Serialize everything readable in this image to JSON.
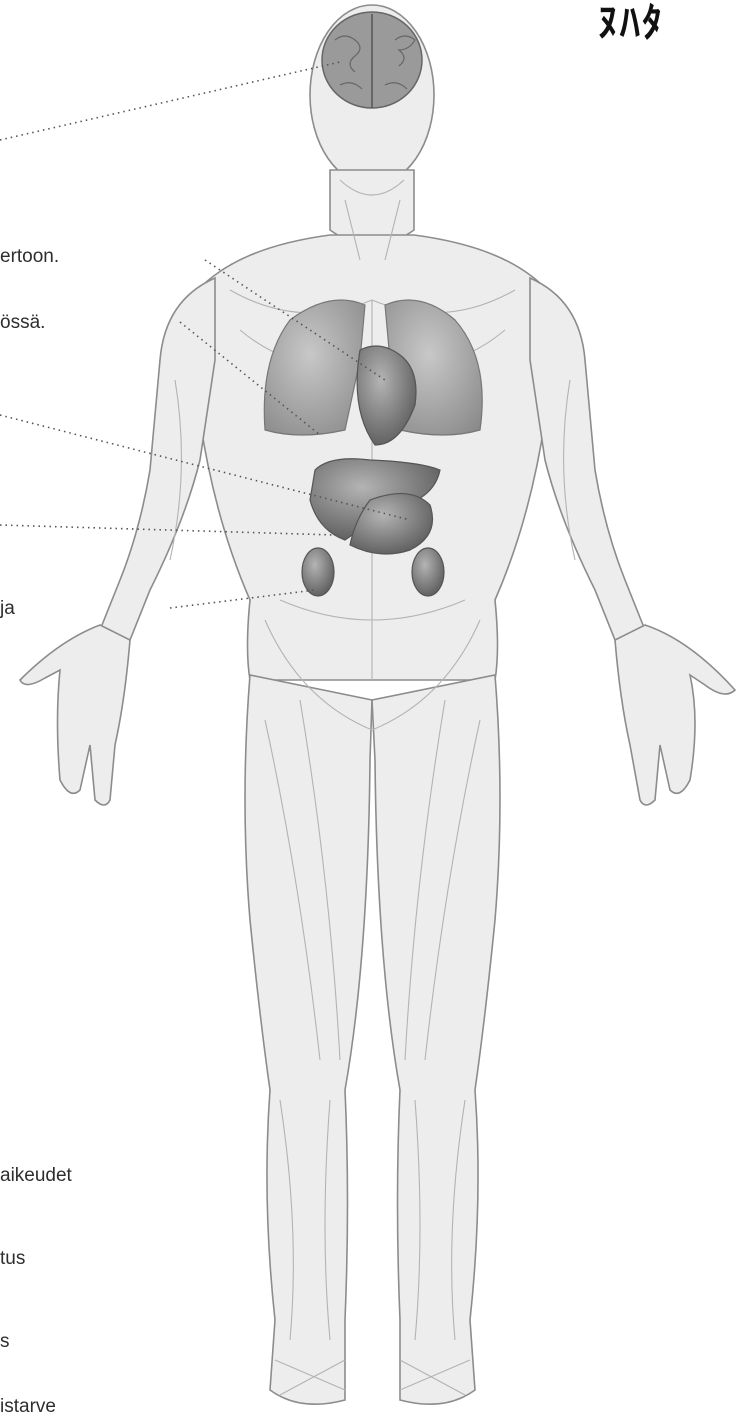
{
  "callouts": [
    {
      "id": "heart",
      "text": "ertoon."
    },
    {
      "id": "lungs",
      "text": "össä."
    },
    {
      "id": "kidneys",
      "text": "ja"
    }
  ],
  "legend": [
    {
      "id": "l1",
      "text": "aikeudet"
    },
    {
      "id": "l2",
      "text": "tus"
    },
    {
      "id": "l3",
      "text": "s"
    },
    {
      "id": "l4",
      "text": "istarve"
    }
  ],
  "corner_mark": "ﾇﾊﾀ",
  "colors": {
    "outline": "#8a8a8a",
    "skin": "#ececec",
    "organ": "#6e6e6e",
    "organ_light": "#9a9a9a",
    "dots": "#555555"
  }
}
